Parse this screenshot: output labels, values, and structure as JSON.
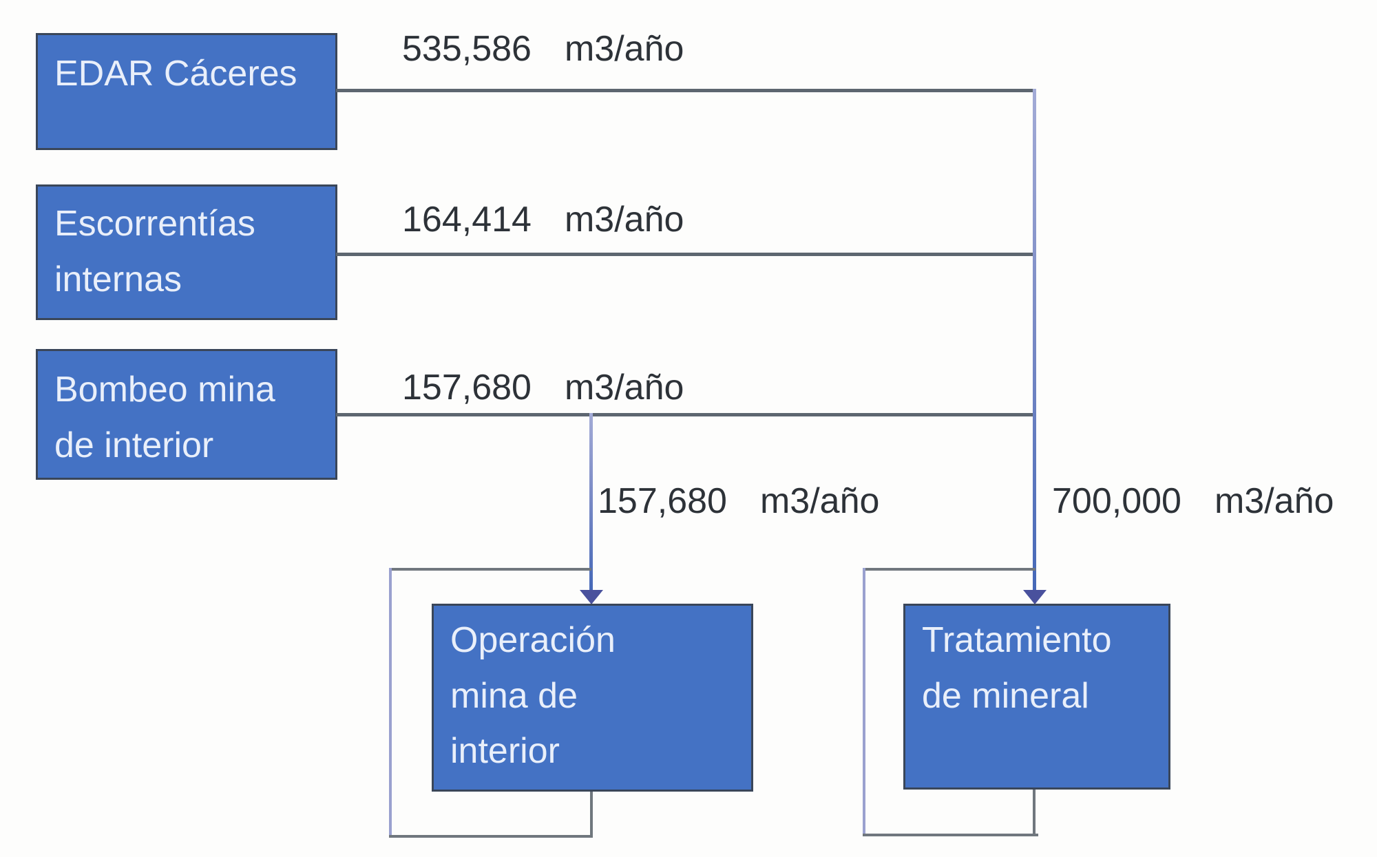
{
  "diagram_type": "water-flow-diagram",
  "unit": "m3/año",
  "sources": [
    {
      "name": "EDAR Cáceres",
      "lines": [
        "EDAR Cáceres"
      ],
      "flow": {
        "value": "535,586",
        "unit": "m3/año"
      }
    },
    {
      "name": "Escorrentías internas",
      "lines": [
        "Escorrentías",
        "internas"
      ],
      "flow": {
        "value": "164,414",
        "unit": "m3/año"
      }
    },
    {
      "name": "Bombeo mina de interior",
      "lines": [
        "Bombeo mina",
        "de interior"
      ],
      "flow": {
        "value": "157,680",
        "unit": "m3/año"
      }
    }
  ],
  "destinations": [
    {
      "name": "Operación mina de interior",
      "lines": [
        "Operación",
        "mina de",
        "interior"
      ],
      "inflow": {
        "value": "157,680",
        "unit": "m3/año"
      },
      "recirculation_loop": true
    },
    {
      "name": "Tratamiento de mineral",
      "lines": [
        "Tratamiento",
        "de mineral"
      ],
      "inflow": {
        "value": "700,000",
        "unit": "m3/año"
      },
      "recirculation_loop": true
    }
  ],
  "colors": {
    "box_fill": "#4472c4",
    "box_border": "#3a4659",
    "box_text": "#e9effa",
    "feed_line": "#5d6670",
    "arrow_line_blue": "#4d63ae",
    "arrowhead": "#49519d",
    "loop_line": "#70777e",
    "label_text": "#2d3238",
    "background": "#fdfdfc"
  }
}
